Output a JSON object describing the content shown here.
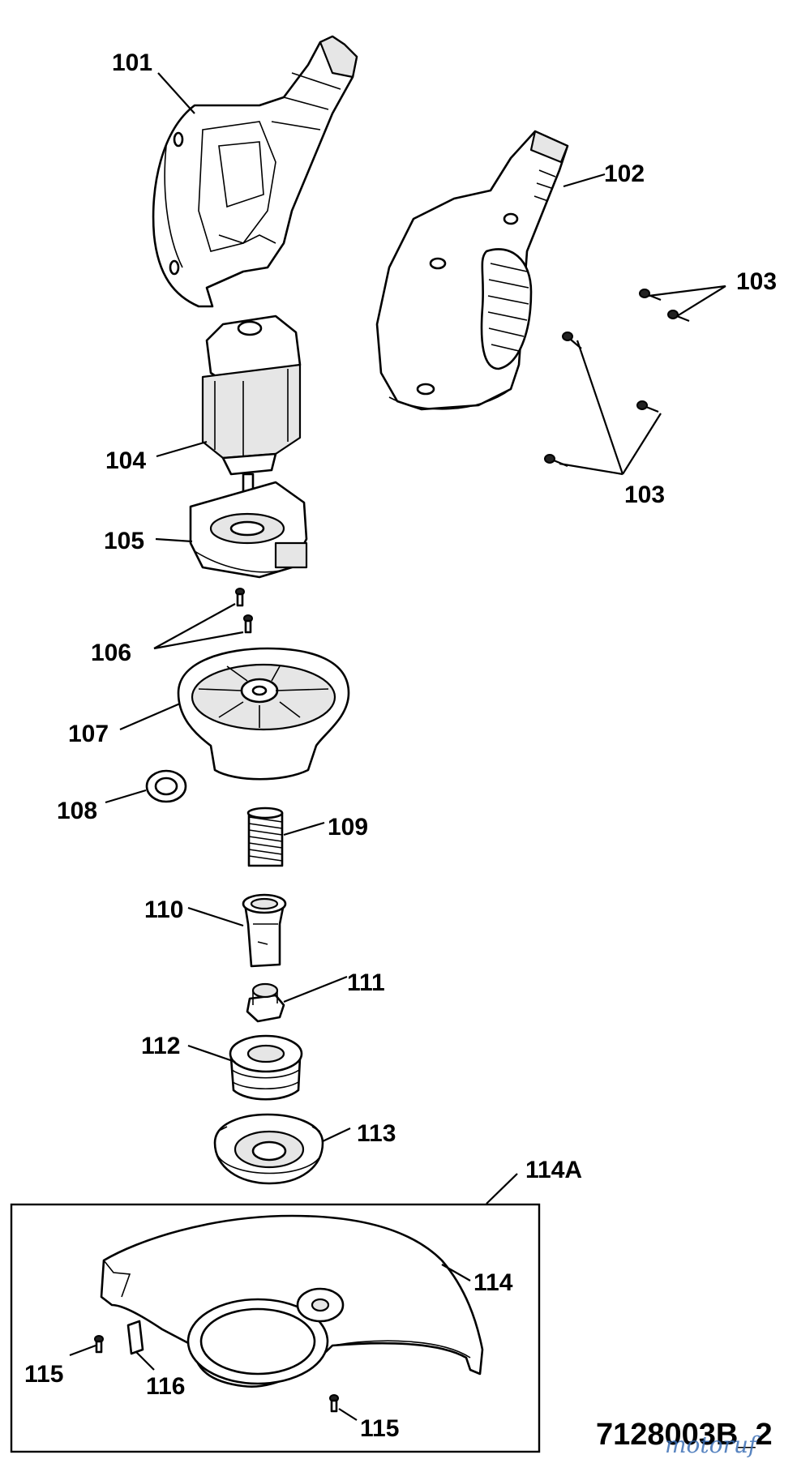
{
  "diagram": {
    "labels": {
      "p101": "101",
      "p102": "102",
      "p103a": "103",
      "p103b": "103",
      "p104": "104",
      "p105": "105",
      "p106": "106",
      "p107": "107",
      "p108": "108",
      "p109": "109",
      "p110": "110",
      "p111": "111",
      "p112": "112",
      "p113": "113",
      "p114a": "114A",
      "p114": "114",
      "p115a": "115",
      "p115b": "115",
      "p116": "116"
    },
    "drawing_code": "7128003B_2",
    "watermark": "motoruf"
  },
  "colors": {
    "line": "#000000",
    "background": "#ffffff",
    "watermark_a": "#3b6fb6",
    "watermark_b": "#c8a23c"
  }
}
